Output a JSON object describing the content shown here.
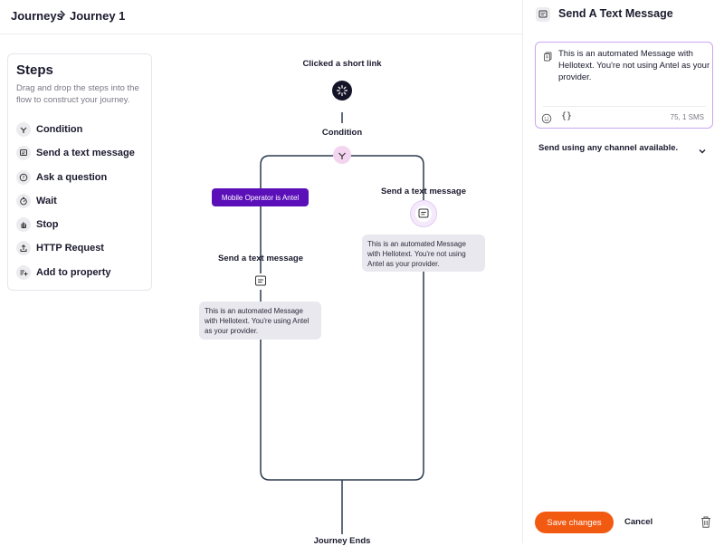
{
  "breadcrumb": {
    "root": "Journeys",
    "current": "Journey 1"
  },
  "steps_panel": {
    "title": "Steps",
    "description": "Drag and drop the steps into the flow to construct your journey.",
    "items": [
      {
        "label": "Condition",
        "icon": "condition-icon"
      },
      {
        "label": "Send a text message",
        "icon": "message-icon"
      },
      {
        "label": "Ask a question",
        "icon": "question-icon"
      },
      {
        "label": "Wait",
        "icon": "timer-icon"
      },
      {
        "label": "Stop",
        "icon": "stop-hand-icon"
      },
      {
        "label": "HTTP Request",
        "icon": "http-upload-icon"
      },
      {
        "label": "Add to property",
        "icon": "add-property-icon"
      }
    ]
  },
  "flow": {
    "trigger_label": "Clicked a short link",
    "condition_label": "Condition",
    "condition_pill": "Mobile Operator is Antel",
    "left_branch": {
      "title": "Send a text message",
      "message": "This is an automated Message with Hellotext. You're using Antel as your provider."
    },
    "right_branch": {
      "title": "Send a text message",
      "message": "This is an automated Message with Hellotext. You're not using Antel as your provider."
    },
    "end_label": "Journey Ends"
  },
  "editor_panel": {
    "title": "Send A Text Message",
    "message_value": "This is an automated Message with Hellotext. You're not using Antel as your provider.",
    "sms_count": "75, 1 SMS",
    "channel_label": "Send using any channel available.",
    "save_label": "Save changes",
    "cancel_label": "Cancel"
  },
  "colors": {
    "accent_purple": "#5b0fb8",
    "save_orange": "#f25a12",
    "editor_border": "#c9a6f2",
    "flow_line": "#2b3a4f"
  }
}
